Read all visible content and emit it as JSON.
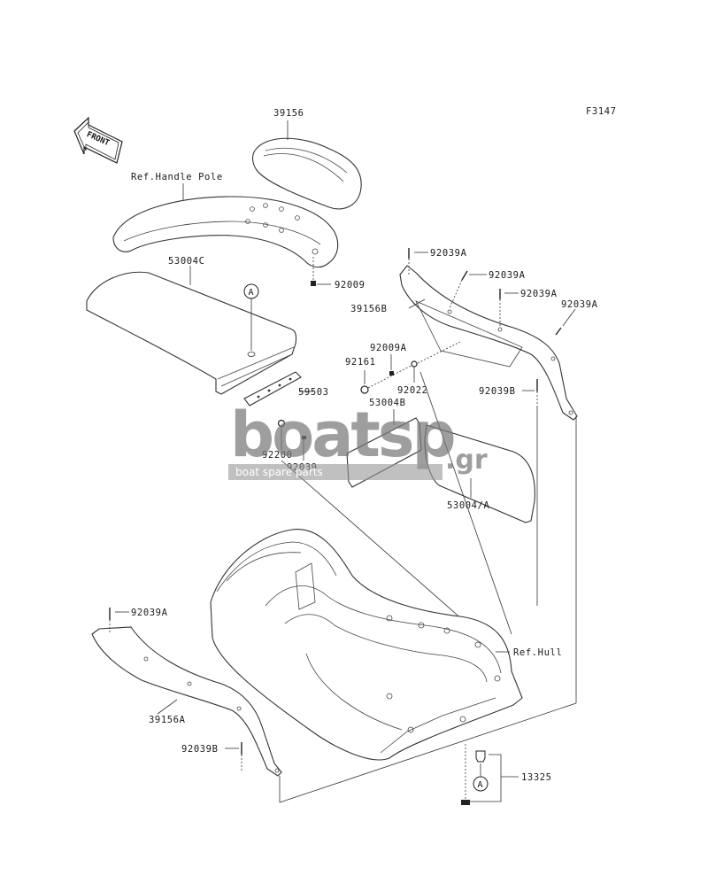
{
  "figure_code": "F3147",
  "front_arrow": {
    "label": "FRONT"
  },
  "callouts": {
    "p39156": "39156",
    "ref_handle_pole": "Ref.Handle Pole",
    "p53004C": "53004C",
    "p92009": "92009",
    "p92039A_1": "92039A",
    "p92039A_2": "92039A",
    "p92039A_3": "92039A",
    "p92039A_4": "92039A",
    "p39156B": "39156B",
    "p92009A": "92009A",
    "p92161": "92161",
    "p92022": "92022",
    "p92039B_1": "92039B",
    "p59503": "59503",
    "p53004B": "53004B",
    "p92200": "92200",
    "p92039": "92039",
    "p53004A": "53004/A",
    "p92039A_5": "92039A",
    "ref_hull": "Ref.Hull",
    "p39156A": "39156A",
    "p92039B_2": "92039B",
    "p13325": "13325",
    "ref_A_1": "A",
    "ref_A_2": "A"
  },
  "watermark": {
    "brand": "boatsp",
    "suffix": ".gr",
    "tagline": "boat spare parts"
  }
}
